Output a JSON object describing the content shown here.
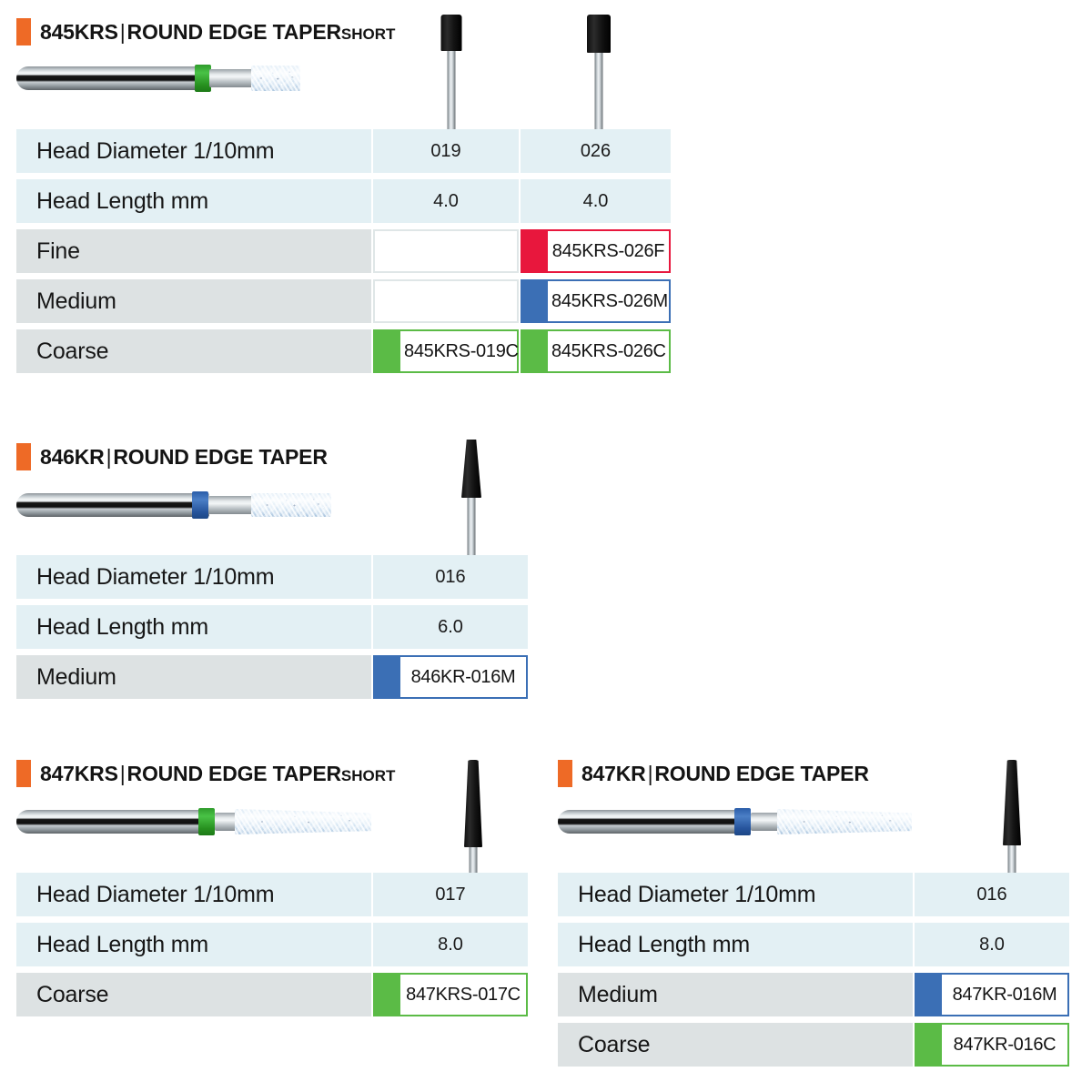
{
  "page": {
    "accent_orange": "#ee6a26",
    "spec_row_bg": "#e3f0f4",
    "grit_row_bg": "#dde2e3",
    "grit_colors": {
      "fine": "#e8173d",
      "medium": "#3b6fb5",
      "coarse": "#5bbb46"
    }
  },
  "sections": [
    {
      "code": "845KRS",
      "separator": "|",
      "name": "ROUND EDGE TAPER",
      "suffix": "SHORT",
      "band_color": "green",
      "rows": [
        {
          "label": "Head Diameter 1/10mm",
          "type": "spec",
          "values": [
            "019",
            "026"
          ]
        },
        {
          "label": "Head Length mm",
          "type": "spec",
          "values": [
            "4.0",
            "4.0"
          ]
        },
        {
          "label": "Fine",
          "type": "grit",
          "color": "red",
          "values": [
            "",
            "845KRS-026F"
          ]
        },
        {
          "label": "Medium",
          "type": "grit",
          "color": "blue",
          "values": [
            "",
            "845KRS-026M"
          ]
        },
        {
          "label": "Coarse",
          "type": "grit",
          "color": "green",
          "values": [
            "845KRS-019C",
            "845KRS-026C"
          ]
        }
      ]
    },
    {
      "code": "846KR",
      "separator": "|",
      "name": "ROUND EDGE TAPER",
      "suffix": "",
      "band_color": "blue",
      "rows": [
        {
          "label": "Head Diameter 1/10mm",
          "type": "spec",
          "values": [
            "016"
          ]
        },
        {
          "label": "Head Length mm",
          "type": "spec",
          "values": [
            "6.0"
          ]
        },
        {
          "label": "Medium",
          "type": "grit",
          "color": "blue",
          "values": [
            "846KR-016M"
          ]
        }
      ]
    },
    {
      "code": "847KRS",
      "separator": "|",
      "name": "ROUND EDGE TAPER",
      "suffix": "SHORT",
      "band_color": "green",
      "rows": [
        {
          "label": "Head Diameter 1/10mm",
          "type": "spec",
          "values": [
            "017"
          ]
        },
        {
          "label": "Head Length mm",
          "type": "spec",
          "values": [
            "8.0"
          ]
        },
        {
          "label": "Coarse",
          "type": "grit",
          "color": "green",
          "values": [
            "847KRS-017C"
          ]
        }
      ]
    },
    {
      "code": "847KR",
      "separator": "|",
      "name": "ROUND EDGE TAPER",
      "suffix": "",
      "band_color": "blue",
      "rows": [
        {
          "label": "Head Diameter 1/10mm",
          "type": "spec",
          "values": [
            "016"
          ]
        },
        {
          "label": "Head Length mm",
          "type": "spec",
          "values": [
            "8.0"
          ]
        },
        {
          "label": "Medium",
          "type": "grit",
          "color": "blue",
          "values": [
            "847KR-016M"
          ]
        },
        {
          "label": "Coarse",
          "type": "grit",
          "color": "green",
          "values": [
            "847KR-016C"
          ]
        }
      ]
    }
  ]
}
